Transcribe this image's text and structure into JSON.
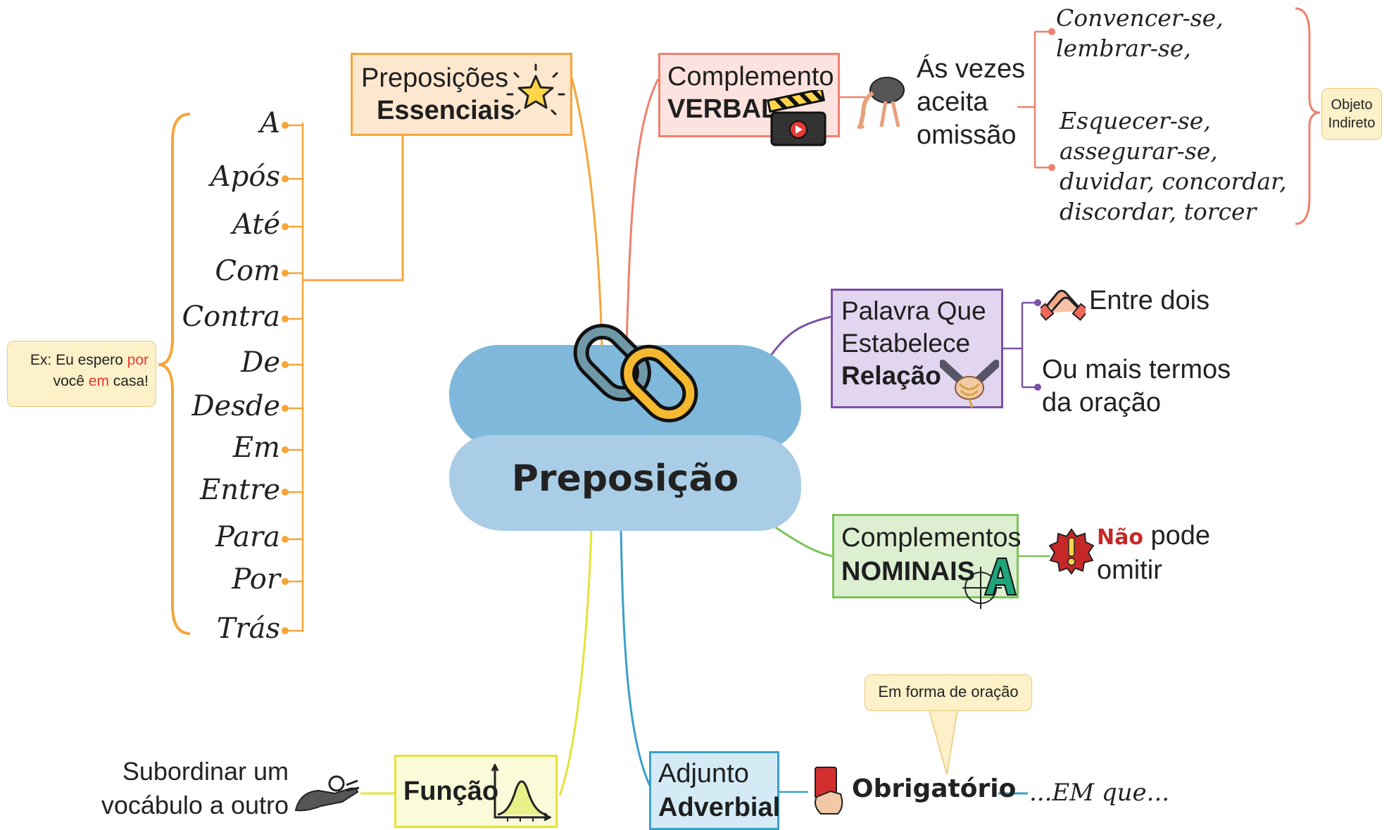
{
  "central": {
    "title": "Preposição"
  },
  "essenciais": {
    "line1": "Preposições",
    "line2": "Essenciais",
    "items": [
      "A",
      "Após",
      "Até",
      "Com",
      "Contra",
      "De",
      "Desde",
      "Em",
      "Entre",
      "Para",
      "Por",
      "Trás"
    ],
    "example": {
      "line1_pre": "Ex: Eu espero ",
      "line1_hl": "por",
      "line2_pre": "você ",
      "line2_hl": "em",
      "line2_post": " casa!"
    }
  },
  "verbal": {
    "line1": "Complemento",
    "line2": "VERBAL",
    "child": [
      "Ás vezes",
      "aceita",
      "omissão"
    ],
    "verbs_a": [
      "Convencer-se,",
      "lembrar-se,"
    ],
    "verbs_b": [
      "Esquecer-se,",
      "assegurar-se,",
      "duvidar, concordar,",
      "discordar, torcer"
    ],
    "objeto": [
      "Objeto",
      "Indireto"
    ]
  },
  "relacao": {
    "line1": "Palavra Que",
    "line2": "Estabelece",
    "line3": "Relação",
    "child1": "Entre dois",
    "child2": [
      "Ou mais termos",
      "da oração"
    ]
  },
  "nominais": {
    "line1": "Complementos",
    "line2": "NOMINAIS",
    "child_bold": "Não",
    "child_rest1": " pode",
    "child_rest2": "omitir"
  },
  "adverbial": {
    "line1": "Adjunto",
    "line2": "Adverbial",
    "obrigatorio": "Obrigatório",
    "em_que": "...EM que...",
    "callout": "Em forma de oração"
  },
  "funcao": {
    "label": "Função",
    "child": [
      "Subordinar um",
      "vocábulo a outro"
    ]
  },
  "colors": {
    "orange": "#f5a53a",
    "salmon": "#f0806e",
    "purple": "#7b52a6",
    "green": "#7cc35a",
    "blue": "#3aa0c8",
    "yellow": "#e6e23a",
    "central_top": "#7fb8da",
    "central_bottom": "#a9cde6"
  }
}
